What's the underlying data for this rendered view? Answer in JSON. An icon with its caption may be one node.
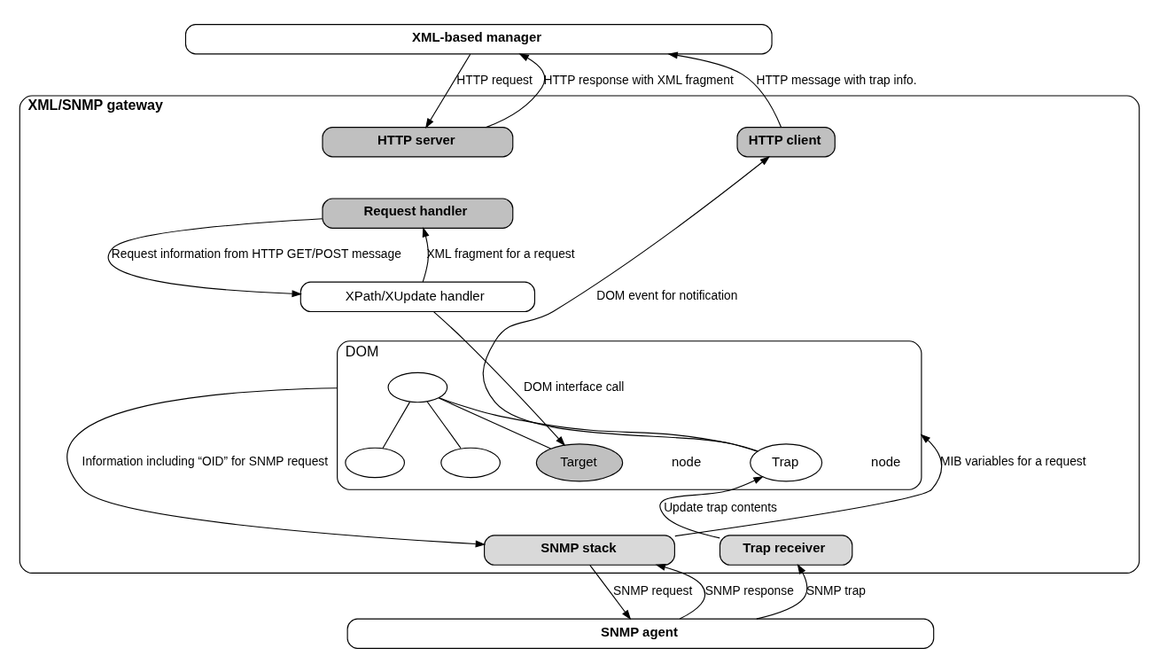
{
  "diagram": {
    "nodes": [
      {
        "text": [
          "XML-based manager"
        ]
      },
      {
        "text": [
          "XML/SNMP gateway"
        ]
      },
      {
        "text": [
          "HTTP server"
        ],
        "in": 1
      },
      {
        "text": [
          "Request handler"
        ],
        "in": 1
      },
      {
        "text": [
          "HTTP client"
        ],
        "in": 1
      },
      {
        "text": [
          "XPath/XUpdate handler"
        ],
        "in": 1
      },
      {
        "text": [
          "DOM"
        ],
        "in": 1
      },
      {
        "text": [],
        "shape": "ellipse",
        "in": 6
      },
      {
        "text": [],
        "shape": "ellipse",
        "in": 6
      },
      {
        "text": [],
        "shape": "ellipse",
        "in": 6
      },
      {
        "text": [
          "Target"
        ],
        "beside": [
          "node"
        ],
        "in": 6
      },
      {
        "text": [
          "Trap"
        ],
        "beside": [
          "node"
        ],
        "in": 6
      },
      {
        "text": [
          "SNMP stack"
        ],
        "in": 1
      },
      {
        "text": [
          "Trap receiver"
        ],
        "in": 1
      },
      {
        "text": [
          "SNMP agent"
        ]
      }
    ],
    "edges": [
      {
        "from": 0,
        "to": 2,
        "arrow": "to",
        "label": "HTTP request"
      },
      {
        "from": 2,
        "to": 0,
        "arrow": "to",
        "label": "HTTP response with XML fragment"
      },
      {
        "from": 4,
        "to": 0,
        "arrow": "to",
        "label": "HTTP message with trap info."
      },
      {
        "from": 3,
        "to": 5,
        "arrow": "to",
        "label": "Request information from HTTP GET/POST message"
      },
      {
        "from": 5,
        "to": 3,
        "arrow": "to",
        "label": "XML fragment for a request"
      },
      {
        "from": 11,
        "to": 4,
        "arrow": "to",
        "label": "DOM event for notification"
      },
      {
        "from": 5,
        "to": 10,
        "arrow": "to",
        "label": "DOM interface call"
      },
      {
        "from": 7,
        "to": 8,
        "arrow": "none"
      },
      {
        "from": 7,
        "to": 9,
        "arrow": "none"
      },
      {
        "from": 7,
        "to": 10,
        "arrow": "none"
      },
      {
        "from": 7,
        "to": 11,
        "arrow": "none"
      },
      {
        "from": 6,
        "to": 12,
        "arrow": "to",
        "label": "Information including “OID” for SNMP request"
      },
      {
        "from": 12,
        "to": 6,
        "arrow": "to",
        "label": "MIB variables for a request"
      },
      {
        "from": 13,
        "to": 11,
        "arrow": "to",
        "label": "Update trap contents"
      },
      {
        "from": 12,
        "to": 14,
        "arrow": "to",
        "label": "SNMP request"
      },
      {
        "from": 14,
        "to": 12,
        "arrow": "to",
        "label": "SNMP response"
      },
      {
        "from": 14,
        "to": 13,
        "arrow": "to",
        "label": "SNMP trap"
      }
    ]
  }
}
